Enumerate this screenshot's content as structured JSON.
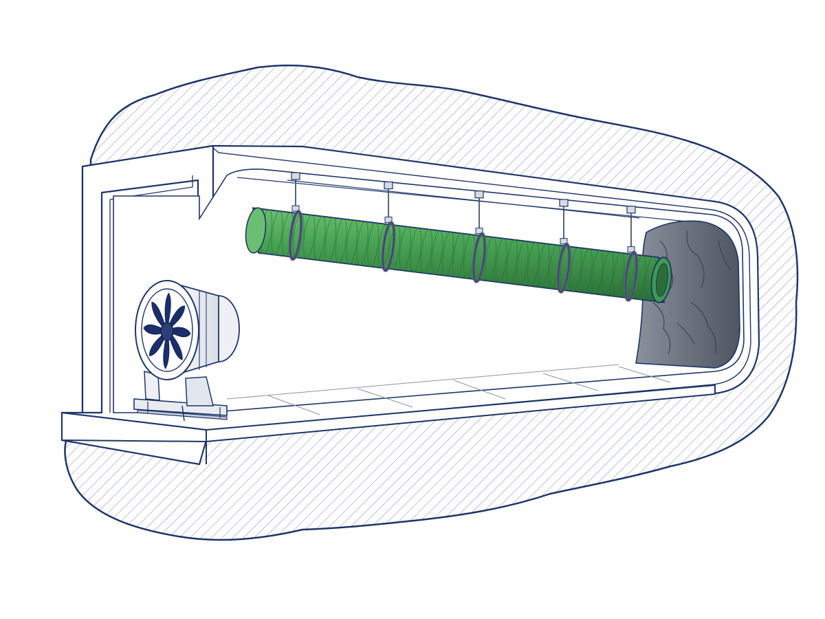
{
  "diagram": {
    "components": [
      {
        "id": "rock-mass",
        "kind": "hatched rock cross-section"
      },
      {
        "id": "tunnel-lining",
        "kind": "concrete lining"
      },
      {
        "id": "tunnel-face",
        "kind": "rock face"
      },
      {
        "id": "ventilation-duct",
        "kind": "flexible ribbed duct"
      },
      {
        "id": "duct-hangers",
        "kind": "suspension hangers",
        "count": 5
      },
      {
        "id": "axial-fan",
        "kind": "axial fan on base frame",
        "blade_count": 8
      }
    ],
    "text_labels": []
  },
  "colors": {
    "outline": "#1d3466",
    "hatch": "#8a93a6",
    "duct_green": "#3f9a4e",
    "duct_dark": "#2a6e36",
    "duct_light": "#6cbf72",
    "fan_blade": "#1a2f6b",
    "rock_face": "#5d6470",
    "concrete": "#ffffff",
    "hanger": "#5a6478"
  }
}
